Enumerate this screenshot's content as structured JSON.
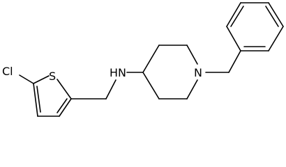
{
  "molecule": {
    "atom_labels": {
      "chlorine": "Cl",
      "sulfur": "S",
      "amine": "HN",
      "piperidine_nitrogen": "N"
    }
  }
}
